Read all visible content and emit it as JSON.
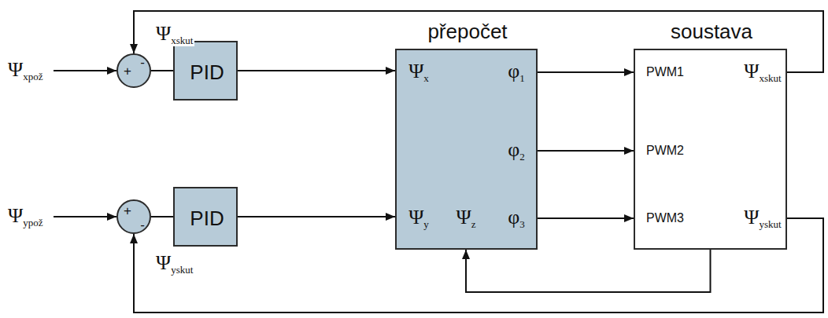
{
  "diagram": {
    "nodes": [
      {
        "text": [
          "+",
          "-"
        ]
      },
      {
        "text": [
          "PID"
        ]
      },
      {
        "text": [
          "přepočet",
          "Ψx",
          "φ1",
          "φ2",
          "Ψy",
          "Ψz",
          "φ3"
        ]
      },
      {
        "text": [
          "soustava",
          "PWM1",
          "Ψxskut",
          "PWM2",
          "PWM3",
          "Ψyskut"
        ]
      },
      {
        "text": [
          "+",
          "-"
        ]
      },
      {
        "text": [
          "PID"
        ]
      }
    ],
    "edges": [
      {
        "from": 0,
        "to": 1,
        "arrow": "none"
      },
      {
        "from": 1,
        "to": 2,
        "arrow": "to"
      },
      {
        "from": 2,
        "to": 3,
        "arrow": "to"
      },
      {
        "from": 2,
        "to": 3,
        "arrow": "to"
      },
      {
        "from": 2,
        "to": 3,
        "arrow": "to"
      },
      {
        "from": 3,
        "to": 2,
        "arrow": "to"
      },
      {
        "from": 3,
        "to": 0,
        "label": "Ψxskut",
        "arrow": "to"
      },
      {
        "from": 3,
        "to": 4,
        "label": "Ψyskut",
        "arrow": "to"
      },
      {
        "from": 4,
        "to": 5,
        "arrow": "none"
      },
      {
        "from": 5,
        "to": 2,
        "arrow": "to"
      }
    ],
    "labels": [
      "Ψxpož",
      "Ψypož"
    ]
  }
}
